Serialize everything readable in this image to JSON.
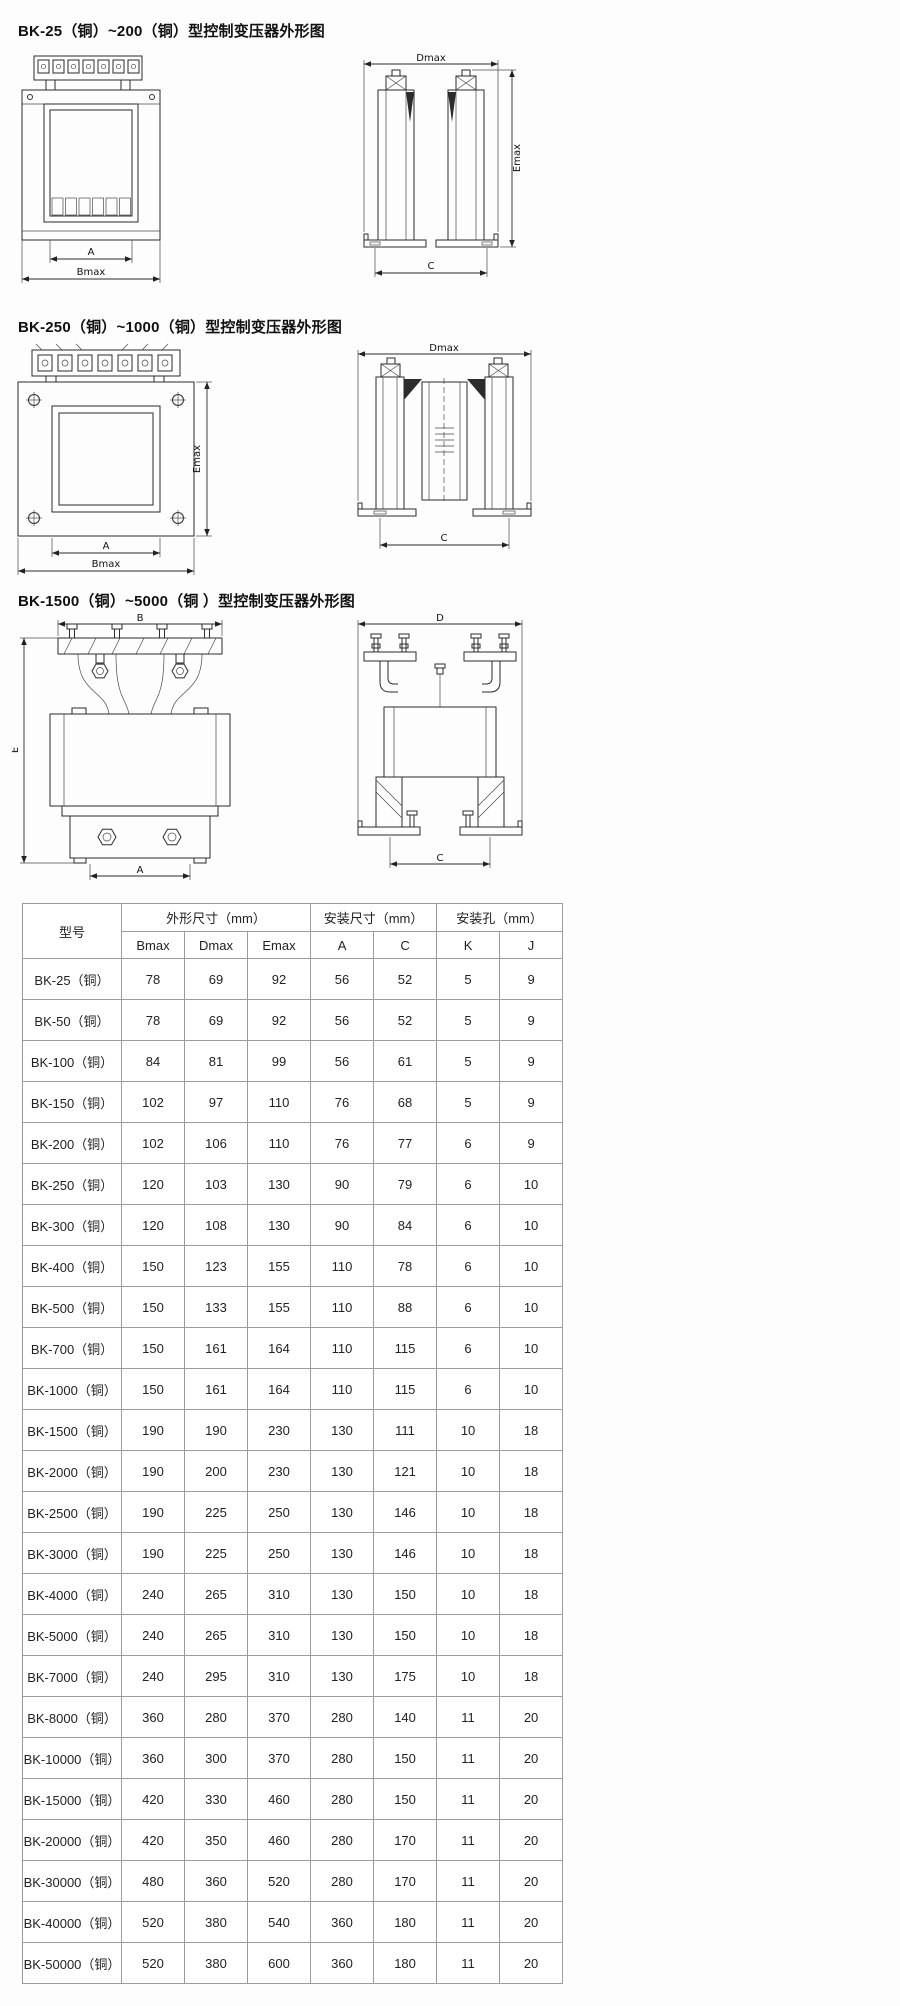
{
  "sections": [
    {
      "heading": "BK-25（铜）~200（铜）型控制变压器外形图",
      "labels": {
        "A": "A",
        "Bmax": "Bmax",
        "Dmax": "Dmax",
        "Emax": "Emax",
        "C": "C"
      }
    },
    {
      "heading": "BK-250（铜）~1000（铜）型控制变压器外形图",
      "labels": {
        "A": "A",
        "Bmax": "Bmax",
        "Dmax": "Dmax",
        "Emax": "Emax",
        "C": "C"
      }
    },
    {
      "heading": "BK-1500（铜）~5000（铜 ）型控制变压器外形图",
      "labels": {
        "A": "A",
        "B": "B",
        "D": "D",
        "E": "E",
        "C": "C"
      }
    }
  ],
  "table": {
    "headers": {
      "model": "型号",
      "outline_group": "外形尺寸（mm）",
      "mount_group": "安装尺寸（mm）",
      "hole_group": "安装孔（mm）",
      "columns": [
        "Bmax",
        "Dmax",
        "Emax",
        "A",
        "C",
        "K",
        "J"
      ]
    },
    "rows": [
      [
        "BK-25（铜）",
        "78",
        "69",
        "92",
        "56",
        "52",
        "5",
        "9"
      ],
      [
        "BK-50（铜）",
        "78",
        "69",
        "92",
        "56",
        "52",
        "5",
        "9"
      ],
      [
        "BK-100（铜）",
        "84",
        "81",
        "99",
        "56",
        "61",
        "5",
        "9"
      ],
      [
        "BK-150（铜）",
        "102",
        "97",
        "110",
        "76",
        "68",
        "5",
        "9"
      ],
      [
        "BK-200（铜）",
        "102",
        "106",
        "110",
        "76",
        "77",
        "6",
        "9"
      ],
      [
        "BK-250（铜）",
        "120",
        "103",
        "130",
        "90",
        "79",
        "6",
        "10"
      ],
      [
        "BK-300（铜）",
        "120",
        "108",
        "130",
        "90",
        "84",
        "6",
        "10"
      ],
      [
        "BK-400（铜）",
        "150",
        "123",
        "155",
        "110",
        "78",
        "6",
        "10"
      ],
      [
        "BK-500（铜）",
        "150",
        "133",
        "155",
        "110",
        "88",
        "6",
        "10"
      ],
      [
        "BK-700（铜）",
        "150",
        "161",
        "164",
        "110",
        "115",
        "6",
        "10"
      ],
      [
        "BK-1000（铜）",
        "150",
        "161",
        "164",
        "110",
        "115",
        "6",
        "10"
      ],
      [
        "BK-1500（铜）",
        "190",
        "190",
        "230",
        "130",
        "111",
        "10",
        "18"
      ],
      [
        "BK-2000（铜）",
        "190",
        "200",
        "230",
        "130",
        "121",
        "10",
        "18"
      ],
      [
        "BK-2500（铜）",
        "190",
        "225",
        "250",
        "130",
        "146",
        "10",
        "18"
      ],
      [
        "BK-3000（铜）",
        "190",
        "225",
        "250",
        "130",
        "146",
        "10",
        "18"
      ],
      [
        "BK-4000（铜）",
        "240",
        "265",
        "310",
        "130",
        "150",
        "10",
        "18"
      ],
      [
        "BK-5000（铜）",
        "240",
        "265",
        "310",
        "130",
        "150",
        "10",
        "18"
      ],
      [
        "BK-7000（铜）",
        "240",
        "295",
        "310",
        "130",
        "175",
        "10",
        "18"
      ],
      [
        "BK-8000（铜）",
        "360",
        "280",
        "370",
        "280",
        "140",
        "11",
        "20"
      ],
      [
        "BK-10000（铜）",
        "360",
        "300",
        "370",
        "280",
        "150",
        "11",
        "20"
      ],
      [
        "BK-15000（铜）",
        "420",
        "330",
        "460",
        "280",
        "150",
        "11",
        "20"
      ],
      [
        "BK-20000（铜）",
        "420",
        "350",
        "460",
        "280",
        "170",
        "11",
        "20"
      ],
      [
        "BK-30000（铜）",
        "480",
        "360",
        "520",
        "280",
        "170",
        "11",
        "20"
      ],
      [
        "BK-40000（铜）",
        "520",
        "380",
        "540",
        "360",
        "180",
        "11",
        "20"
      ],
      [
        "BK-50000（铜）",
        "520",
        "380",
        "600",
        "360",
        "180",
        "11",
        "20"
      ]
    ]
  }
}
